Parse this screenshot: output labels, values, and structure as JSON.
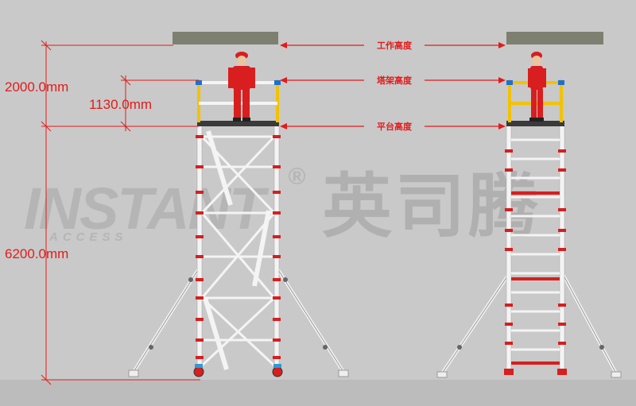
{
  "dimensions": {
    "upper_total": "2000.0mm",
    "guardrail": "1130.0mm",
    "platform": "6200.0mm"
  },
  "captions": {
    "working_height": "工作高度",
    "scaffold_height": "塔架高度",
    "platform_height": "平台高度"
  },
  "watermark": {
    "brand": "INSTANT",
    "sub": "ACCESS",
    "reg": "®",
    "chinese": "英司腾"
  },
  "colors": {
    "dimension_red": "#e31b1b",
    "frame_white": "#f4f4f4",
    "frame_red": "#d81e1e",
    "guard_yellow": "#f2c200",
    "ceiling": "#7d8070",
    "ground": "#bdbdbd"
  }
}
